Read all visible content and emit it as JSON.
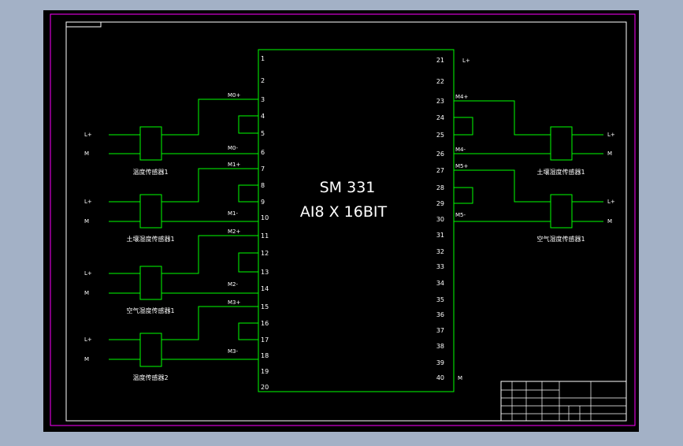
{
  "colors": {
    "background": "#000000",
    "wire": "#00ff00",
    "label": "#ffffff",
    "border_magenta": "#ff00ff",
    "border_white": "#ffffff",
    "outer_frame": "#a3b1c6"
  },
  "module": {
    "title_line1": "SM   331",
    "title_line2": "AI8 X 16BIT"
  },
  "left_pins": [
    {
      "num": "1"
    },
    {
      "num": "2"
    },
    {
      "num": "3",
      "signal": "M0+"
    },
    {
      "num": "4"
    },
    {
      "num": "5"
    },
    {
      "num": "6",
      "signal": "M0-"
    },
    {
      "num": "7",
      "signal": "M1+"
    },
    {
      "num": "8"
    },
    {
      "num": "9"
    },
    {
      "num": "10",
      "signal": "M1-"
    },
    {
      "num": "11",
      "signal": "M2+"
    },
    {
      "num": "12"
    },
    {
      "num": "13"
    },
    {
      "num": "14",
      "signal": "M2-"
    },
    {
      "num": "15",
      "signal": "M3+"
    },
    {
      "num": "16"
    },
    {
      "num": "17"
    },
    {
      "num": "18",
      "signal": "M3-"
    },
    {
      "num": "19"
    },
    {
      "num": "20"
    }
  ],
  "right_pins": [
    {
      "num": "21",
      "signal": "L+"
    },
    {
      "num": "22"
    },
    {
      "num": "23",
      "signal": "M4+"
    },
    {
      "num": "24"
    },
    {
      "num": "25"
    },
    {
      "num": "26",
      "signal": "M4-"
    },
    {
      "num": "27",
      "signal": "M5+"
    },
    {
      "num": "28"
    },
    {
      "num": "29"
    },
    {
      "num": "30",
      "signal": "M5-"
    },
    {
      "num": "31"
    },
    {
      "num": "32"
    },
    {
      "num": "33"
    },
    {
      "num": "34"
    },
    {
      "num": "35"
    },
    {
      "num": "36"
    },
    {
      "num": "37"
    },
    {
      "num": "38"
    },
    {
      "num": "39"
    },
    {
      "num": "40",
      "signal": "M"
    }
  ],
  "sensors_left": [
    {
      "name": "温度传感器1",
      "power_plus": "L+",
      "power_minus": "M"
    },
    {
      "name": "土壤湿度传感器1",
      "power_plus": "L+",
      "power_minus": "M"
    },
    {
      "name": "空气湿度传感器1",
      "power_plus": "L+",
      "power_minus": "M"
    },
    {
      "name": "温度传感器2",
      "power_plus": "L+",
      "power_minus": "M"
    }
  ],
  "sensors_right": [
    {
      "name": "土壤湿度传感器1",
      "power_plus": "L+",
      "power_minus": "M"
    },
    {
      "name": "空气湿度传感器1",
      "power_plus": "L+",
      "power_minus": "M"
    }
  ]
}
